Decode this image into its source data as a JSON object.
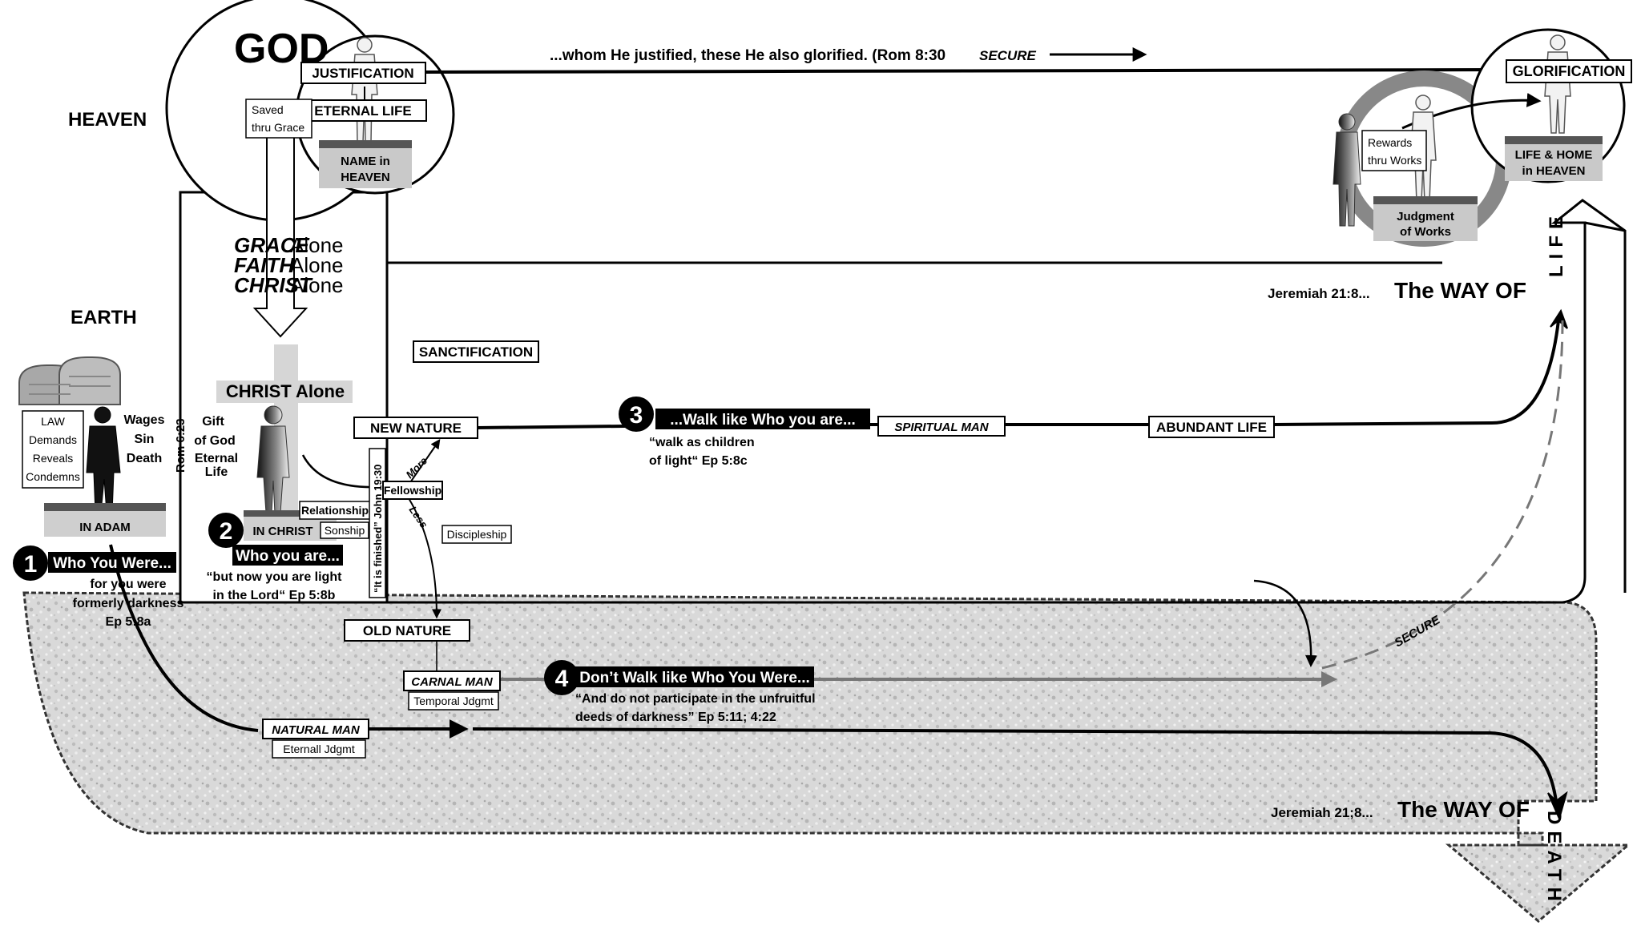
{
  "labels": {
    "god": "GOD",
    "heaven": "HEAVEN",
    "earth": "EARTH",
    "justification": "JUSTIFICATION",
    "eternal_life": "ETERNAL LIFE",
    "saved_line1": "Saved",
    "saved_line2": "thru Grace",
    "name_heaven_line1": "NAME in",
    "name_heaven_line2": "HEAVEN",
    "romans_quote": "...whom He justified, these He also glorified. (Rom 8:30",
    "secure_top": "SECURE",
    "glorification": "GLORIFICATION",
    "life_home_line1": "LIFE & HOME",
    "life_home_line2": "in HEAVEN",
    "rewards_line1": "Rewards",
    "rewards_line2": "thru Works",
    "judgment_line1": "Judgment",
    "judgment_line2": "of Works",
    "grace": "GRACE",
    "faith": "FAITH",
    "christ_word": "CHRIST",
    "alone": "Alone",
    "christ_alone": "CHRIST  Alone",
    "law_lines": [
      "LAW",
      "Demands",
      "Reveals",
      "Condemns"
    ],
    "wages_lines": [
      "Wages",
      "Sin",
      "Death"
    ],
    "rom623": "Rom 6:23",
    "gift_lines": [
      "Gift",
      "of God",
      "Eternal",
      "Life"
    ],
    "in_adam": "IN ADAM",
    "in_christ": "IN CHRIST",
    "relationship": "Relationship",
    "sonship": "Sonship",
    "finished": "“It is finished” John 19:30",
    "sanctification": "SANCTIFICATION",
    "new_nature": "NEW NATURE",
    "fellowship": "Fellowship",
    "more": "More",
    "less": "Less",
    "discipleship": "Discipleship",
    "old_nature": "OLD NATURE",
    "carnal_man": "CARNAL MAN",
    "temporal_jdgmt": "Temporal Jdgmt",
    "natural_man": "NATURAL MAN",
    "eternal_jdgmt": "Eternall Jdgmt",
    "spiritual_man": "SPIRITUAL MAN",
    "abundant_life": "ABUNDANT LIFE",
    "jer_life_ref": "Jeremiah 21:8...",
    "way_of_life": "The WAY OF",
    "life_word": "LIFE",
    "jer_death_ref": "Jeremiah 21;8...",
    "way_of_death": "The WAY OF",
    "death_word": "DEATH",
    "secure_dashed": "SECURE"
  },
  "steps": [
    {
      "num": "1",
      "title": "Who You Were...",
      "lines": [
        "for you were",
        "formerly darkness",
        "Ep 5:8a"
      ]
    },
    {
      "num": "2",
      "title": "Who you are...",
      "lines": [
        "“but now you are light",
        "in the Lord“  Ep 5:8b"
      ]
    },
    {
      "num": "3",
      "title": "...Walk like Who you are...",
      "lines": [
        "“walk as children",
        "of light“  Ep 5:8c"
      ]
    },
    {
      "num": "4",
      "title": "Don’t Walk like Who You Were...",
      "lines": [
        "“And do not participate in the unfruitful",
        "deeds of darkness” Ep 5:11; 4:22"
      ]
    }
  ]
}
